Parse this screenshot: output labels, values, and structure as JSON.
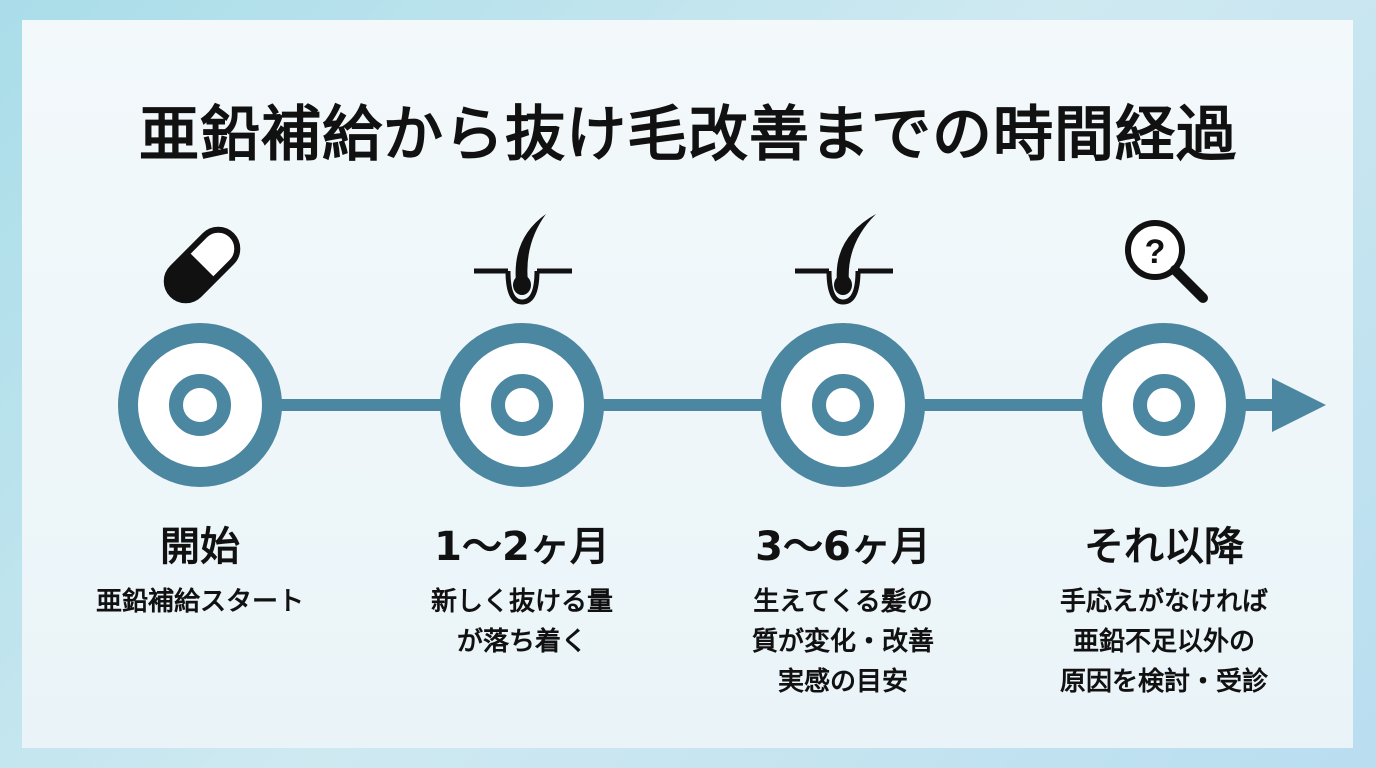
{
  "title": "亜鉛補給から抜け毛改善までの時間経過",
  "stages": [
    {
      "icon": "capsule-icon",
      "label": "開始",
      "lines": [
        "亜鉛補給スタート"
      ]
    },
    {
      "icon": "hair-follicle-icon",
      "label": "1〜2ヶ月",
      "lines": [
        "新しく抜ける量",
        "が落ち着く"
      ]
    },
    {
      "icon": "hair-follicle-icon",
      "label": "3〜6ヶ月",
      "lines": [
        "生えてくる髪の",
        "質が変化・改善",
        "実感の目安"
      ]
    },
    {
      "icon": "magnifier-question-icon",
      "label": "それ以降",
      "lines": [
        "手応えがなければ",
        "亜鉛不足以外の",
        "原因を検討・受診"
      ]
    }
  ],
  "colors": {
    "timeline": "#4b87a0",
    "icon": "#111111"
  }
}
